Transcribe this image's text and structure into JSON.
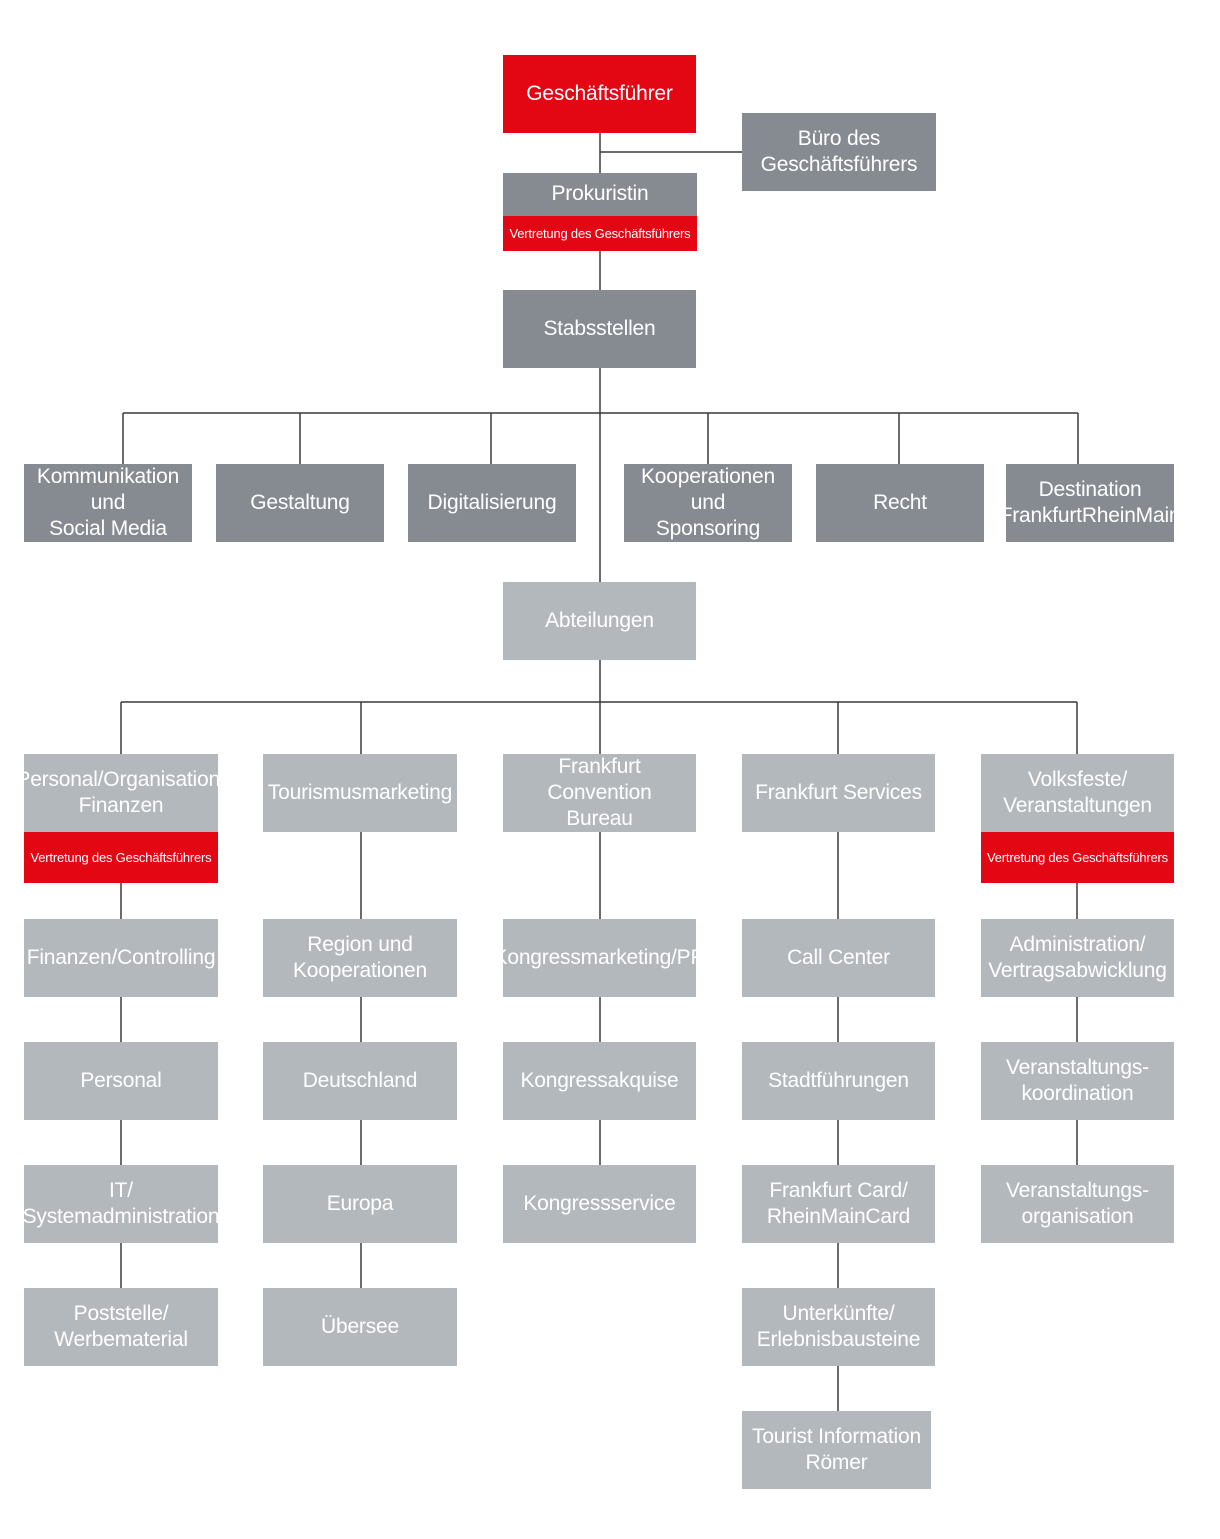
{
  "colors": {
    "red": "#e30613",
    "dark_gray": "#858b91",
    "light_gray": "#b3b8bc",
    "line": "#3a3a3a"
  },
  "top": {
    "ceo": "Geschäftsführer",
    "office": "Büro des\nGeschäftsführers",
    "prokurist": "Prokuristin",
    "prokurist_tag": "Vertretung des Geschäftsführers",
    "staff": "Stabsstellen"
  },
  "staff_units": [
    "Kommunikation und\nSocial Media",
    "Gestaltung",
    "Digitalisierung",
    "Kooperationen und\nSponsoring",
    "Recht",
    "Destination\nFrankfurtRheinMain"
  ],
  "departments_label": "Abteilungen",
  "departments": [
    {
      "name": "Personal/Organisation/\nFinanzen",
      "tag": "Vertretung des Geschäftsführers",
      "units": [
        "Finanzen/Controlling",
        "Personal",
        "IT/\nSystemadministration",
        "Poststelle/\nWerbematerial"
      ]
    },
    {
      "name": "Tourismusmarketing",
      "units": [
        "Region und\nKooperationen",
        "Deutschland",
        "Europa",
        "Übersee"
      ]
    },
    {
      "name": "Frankfurt Convention\nBureau",
      "units": [
        "Kongressmarketing/PR",
        "Kongressakquise",
        "Kongressservice"
      ]
    },
    {
      "name": "Frankfurt Services",
      "units": [
        "Call Center",
        "Stadtführungen",
        "Frankfurt Card/\nRheinMainCard",
        "Unterkünfte/\nErlebnisbausteine",
        "Tourist Information\nRömer"
      ]
    },
    {
      "name": "Volksfeste/\nVeranstaltungen",
      "tag": "Vertretung des Geschäftsführers",
      "units": [
        "Administration/\nVertragsabwicklung",
        "Veranstaltungs-\nkoordination",
        "Veranstaltungs-\norganisation"
      ]
    }
  ]
}
